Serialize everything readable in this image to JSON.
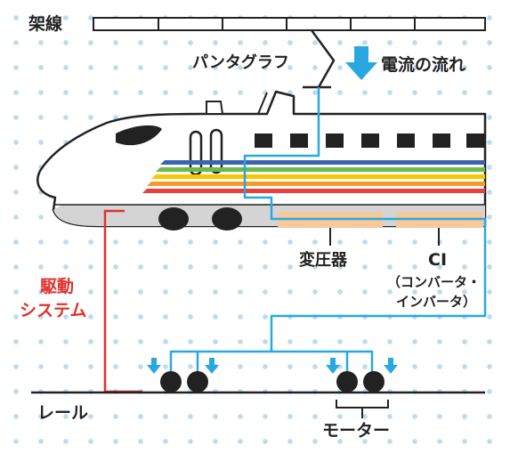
{
  "labels": {
    "overhead_wire": "架線",
    "pantograph": "パンタグラフ",
    "current_flow": "電流の流れ",
    "transformer": "変圧器",
    "ci": "CI",
    "ci_detail_1": "（コンバータ・",
    "ci_detail_2": "インバータ）",
    "drive_system_1": "駆動",
    "drive_system_2": "システム",
    "rail": "レール",
    "motor": "モーター"
  },
  "colors": {
    "current_line": "#29a8e0",
    "drive_system_line": "#e0322c",
    "equipment_box": "#f6c89a",
    "train_stripes": [
      "#3a63b0",
      "#6cba4a",
      "#f6c800",
      "#f39a2b",
      "#e8403a"
    ]
  }
}
